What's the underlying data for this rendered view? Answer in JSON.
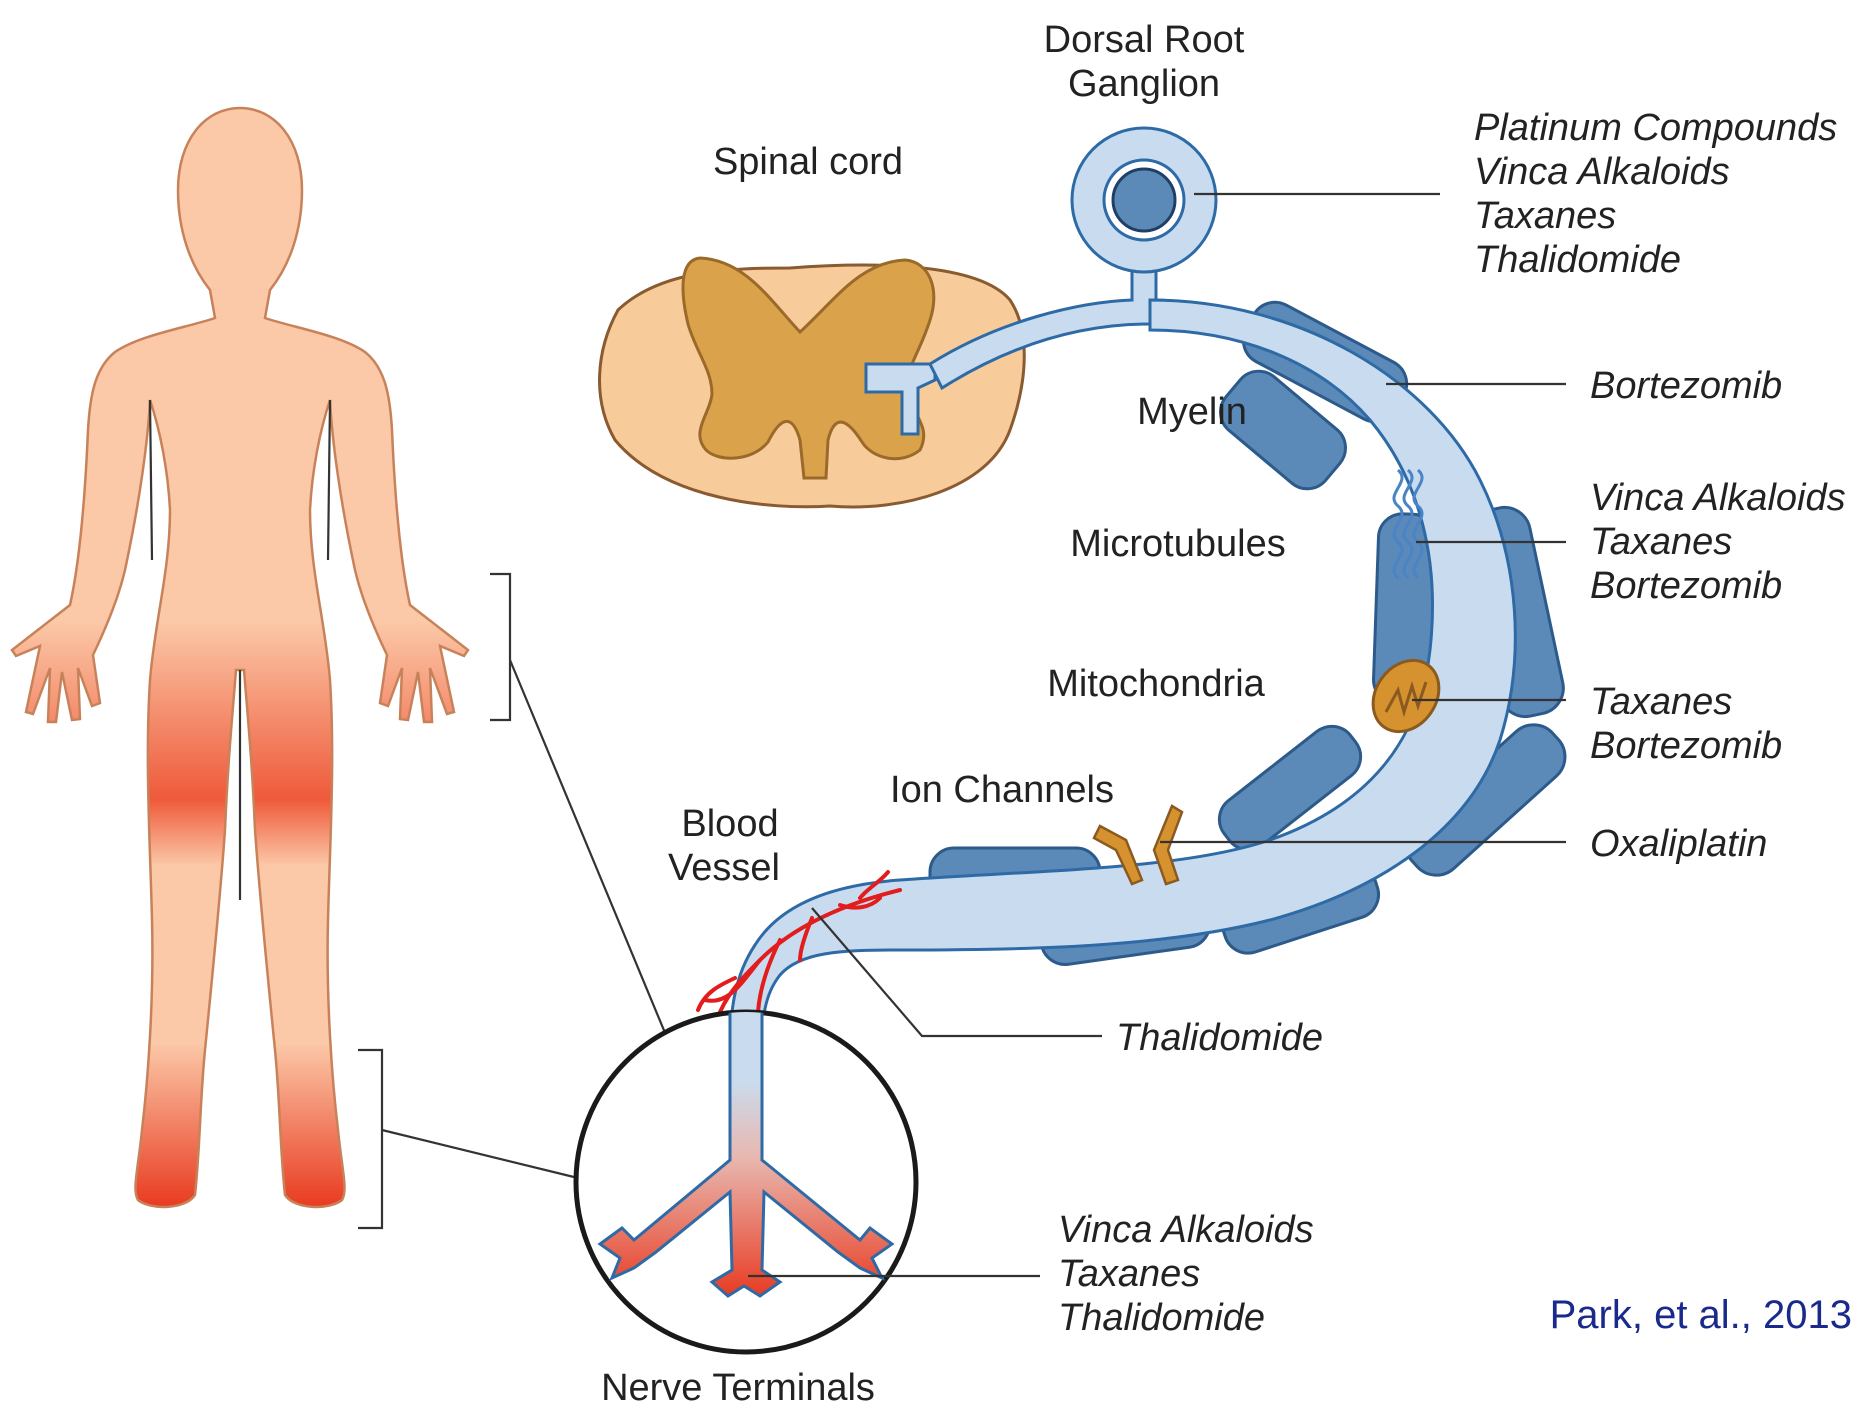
{
  "labels": {
    "dorsal_root_ganglion": [
      "Dorsal Root",
      "Ganglion"
    ],
    "spinal_cord": "Spinal cord",
    "myelin": "Myelin",
    "microtubules": "Microtubules",
    "mitochondria": "Mitochondria",
    "ion_channels": "Ion Channels",
    "blood_vessel": [
      "Blood",
      "Vessel"
    ],
    "nerve_terminals": "Nerve Terminals"
  },
  "drug_groups": {
    "ganglion": [
      "Platinum Compounds",
      "Vinca Alkaloids",
      "Taxanes",
      "Thalidomide"
    ],
    "myelin": [
      "Bortezomib"
    ],
    "microtubules": [
      "Vinca Alkaloids",
      "Taxanes",
      "Bortezomib"
    ],
    "mitochondria": [
      "Taxanes",
      "Bortezomib"
    ],
    "ion_channels": [
      "Oxaliplatin"
    ],
    "blood_vessel": [
      "Thalidomide"
    ],
    "nerve_terminals": [
      "Vinca Alkaloids",
      "Taxanes",
      "Thalidomide"
    ]
  },
  "citation": "Park, et al., 2013",
  "colors": {
    "skin": "#fbc8a8",
    "skin_outline": "#c8825a",
    "affected": "#e8381e",
    "nerve_fill": "#c9dcef",
    "nerve_outline": "#2e6aa6",
    "myelin": "#5b89b8",
    "spinal_outer": "#f7cb9a",
    "spinal_gray": "#dba24c",
    "mitochondria": "#d6922e",
    "vessel": "#e21d1d",
    "citation": "#1a2a8c"
  }
}
